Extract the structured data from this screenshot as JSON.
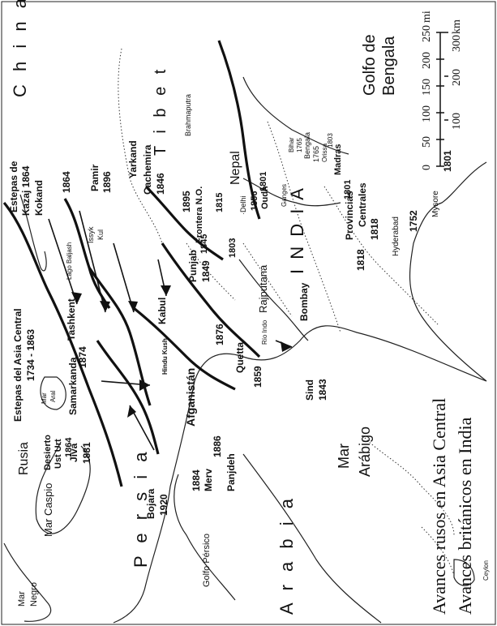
{
  "title": "Avances rusos en Asia Central",
  "subtitle": "Avances británicos en India",
  "scale": {
    "miles_unit": "mi",
    "km_unit": "km",
    "mi_ticks": [
      "0",
      "50",
      "100",
      "150",
      "200",
      "250"
    ],
    "km_ticks": [
      "100",
      "200",
      "300"
    ]
  },
  "regions": {
    "china": "C h i n a",
    "tibet": "T i b e t",
    "persia": "P e r s i a",
    "arabia": "A r a b i a",
    "india": "I N D I A",
    "rusia": "Rusia",
    "nepal": "Nepal",
    "afganistan": "Afganistán",
    "rajputana": "Rajputana",
    "punjab": "Punjab",
    "cachemira": "Cachemira",
    "frontera": "Frontera N.O.",
    "hyderabad": "Hyderabad",
    "mysore": "Mysore",
    "oudh": "Oudh",
    "provincias": "Provincias",
    "centrales": "Centrales",
    "bengala": "Bengala",
    "orissa": "Orissa",
    "delhi": "·Delhi",
    "ceylon": "Ceylon",
    "hindu_kush": "Hindu Kush"
  },
  "waters": {
    "golfo_bengala_1": "Golfo de",
    "golfo_bengala_2": "Bengala",
    "mar_arabigo_1": "Mar",
    "mar_arabigo_2": "Arábigo",
    "mar_caspio": "Mar Caspio",
    "golfo_persico": "Golfo Pérsico",
    "mar_negro_1": "Mar",
    "mar_negro_2": "Negro",
    "mar_aral_1": "Mar",
    "mar_aral_2": "Aral",
    "lago_baljash": "Lago Baljash",
    "issyk_kul_1": "Issyk",
    "issyk_kul_2": "Kul",
    "brahmaputra": "Brahmaputra",
    "ganges": "Ganges",
    "rio_indo": "Río Indo"
  },
  "places": {
    "estepas_kazaj_1": "Estepas de",
    "estepas_kazaj_2": "Kazaj 1864",
    "estepas_asia_1": "Estepas del Asia Central",
    "estepas_asia_2": "1734 - 1863",
    "kokand": "Kokand",
    "kokand_year": "1864",
    "pamir": "Pamir",
    "pamir_year": "1896",
    "yarkand": "Yarkand",
    "tashkent": "Tashkent",
    "samarkanda": "Samarkanda",
    "samarkanda_year": "1874",
    "jiva": "Jiva",
    "jiva_year": "1881",
    "desierto_1": "Desierto",
    "desierto_2": "Ust Urt",
    "desierto_3": "1864",
    "bojara": "Bojara",
    "bojara_year": "1920",
    "merv_year": "1884",
    "merv": "Merv",
    "panjdeh_year": "1886",
    "panjdeh": "Panjdeh",
    "kabul": "Kabul",
    "quetta": "Quetta",
    "bombay": "Bombay",
    "madras": "Madras",
    "sind": "Sind",
    "sind_year": "1843"
  },
  "years": {
    "cachemira": "1846",
    "frontera": "1895",
    "punjab": "1849",
    "y1845": "1845",
    "y1815": "1815",
    "y1803": "1803",
    "oudh_1856": "1856",
    "y1801": "1801",
    "afg_1876": "1876",
    "afg_1859": "1859",
    "provincias": "1818",
    "hyderabad": "1818",
    "bengala_1765": "1765",
    "bihar": "Bihar",
    "bihar_1765": "1765",
    "orissa_1803": "1803",
    "madras_1801": "1801",
    "y1752": "1752",
    "south_1801": "1801"
  }
}
